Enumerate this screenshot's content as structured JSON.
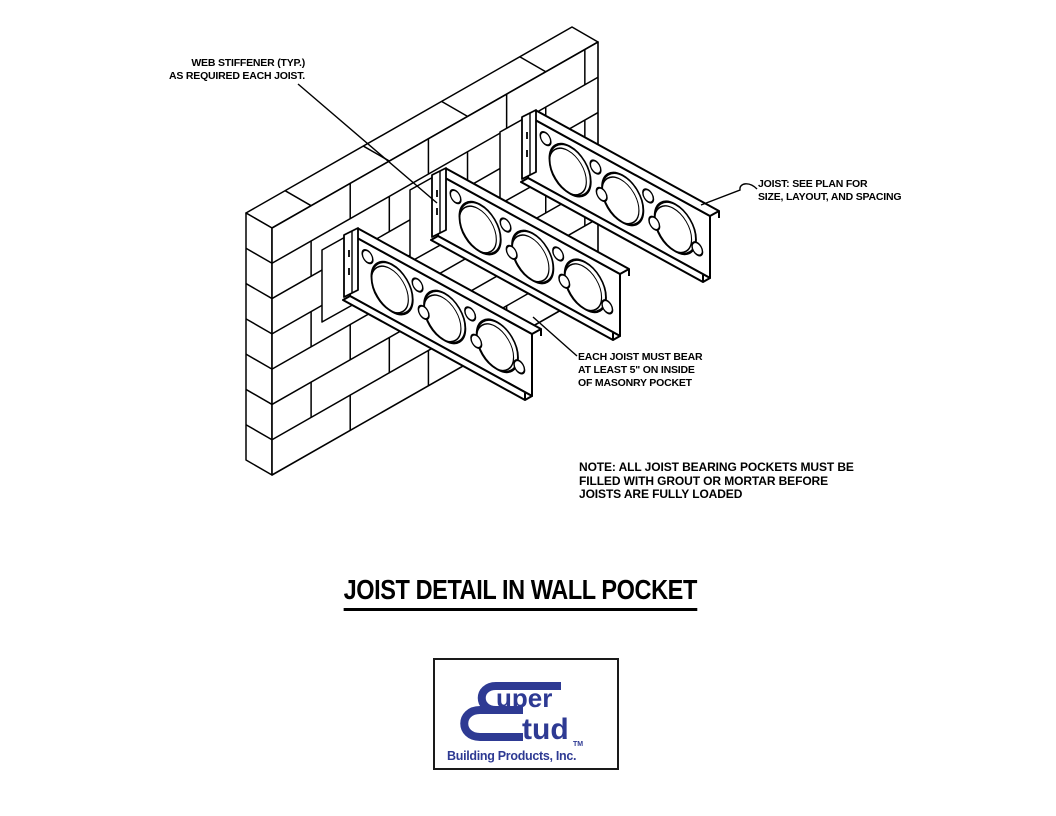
{
  "drawing": {
    "title": "JOIST DETAIL IN WALL POCKET",
    "labels": {
      "web_stiffener": "WEB STIFFENER (TYP.)\nAS REQUIRED EACH JOIST.",
      "joist": "JOIST: SEE PLAN FOR\nSIZE, LAYOUT, AND SPACING",
      "bearing": "EACH JOIST MUST BEAR\nAT LEAST 5\" ON INSIDE\nOF MASONRY POCKET",
      "note": "NOTE: ALL JOIST BEARING POCKETS MUST BE\nFILLED WITH GROUT OR MORTAR BEFORE\nJOISTS ARE FULLY LOADED"
    },
    "line_color": "#000000"
  },
  "logo": {
    "word_part1": "uper",
    "word_part2": "tud",
    "trademark": "TM",
    "tagline": "Building Products, Inc.",
    "color": "#2e3a93"
  }
}
